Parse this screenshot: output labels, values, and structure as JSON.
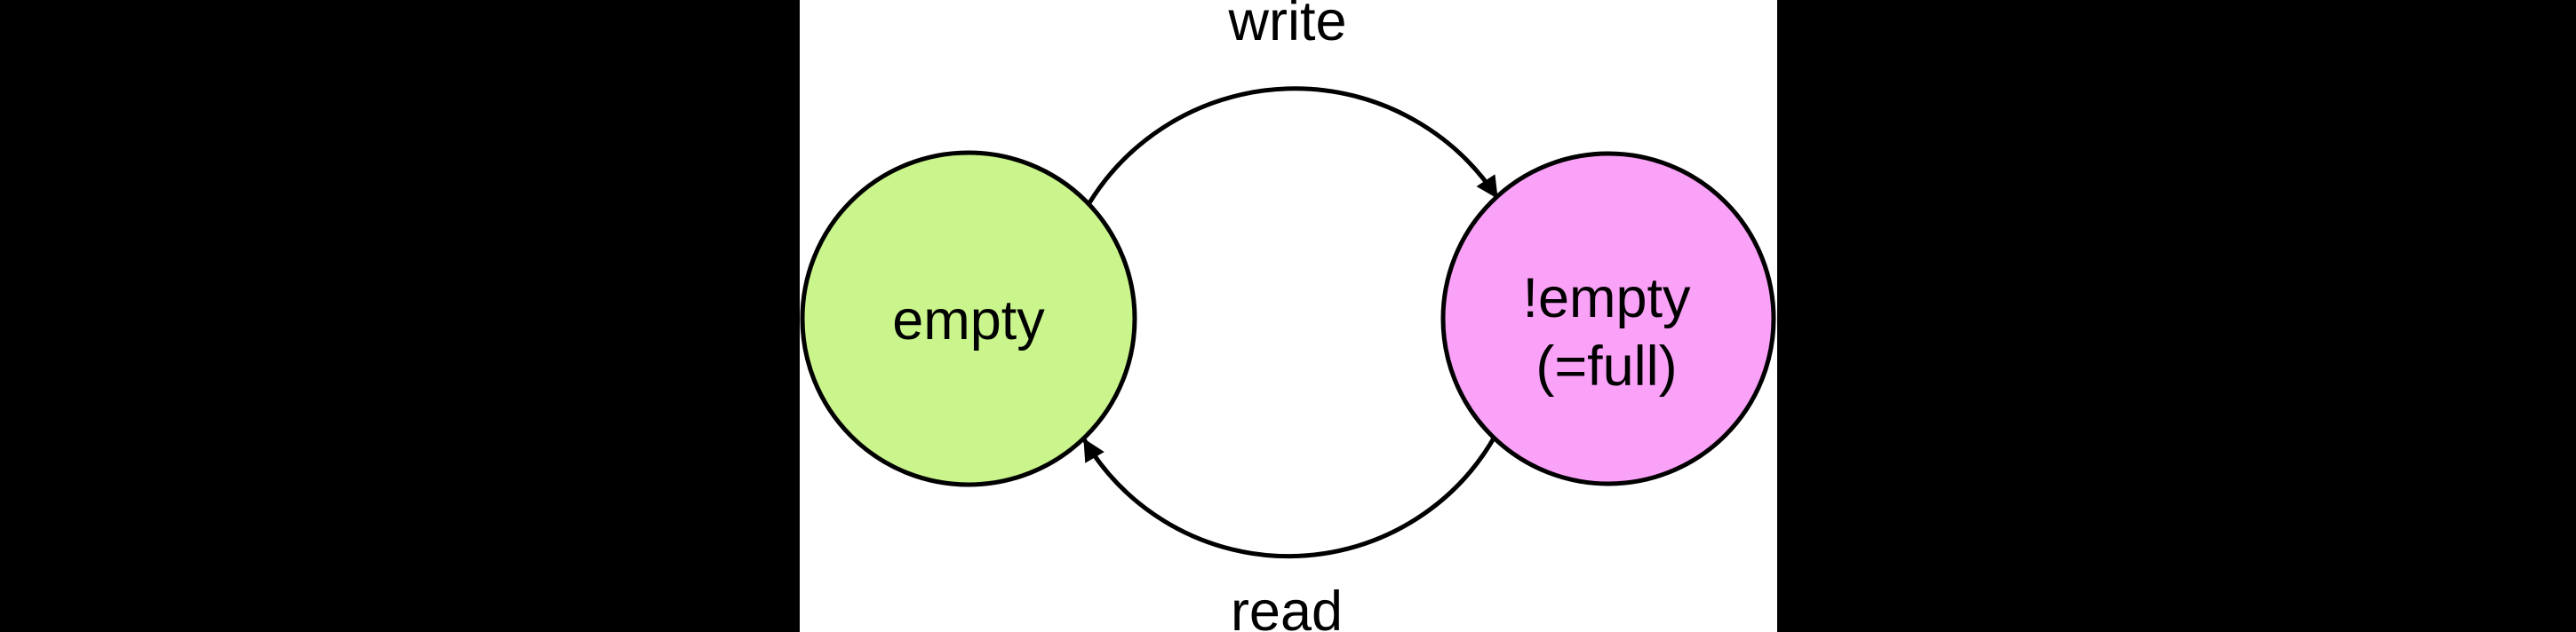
{
  "diagram": {
    "type": "state-diagram",
    "states": [
      {
        "id": "empty",
        "label": "empty",
        "fill": "#caf58c"
      },
      {
        "id": "not-empty",
        "label_line1": "!empty",
        "label_line2": "(=full)",
        "fill": "#faa2f7"
      }
    ],
    "transitions": [
      {
        "id": "write",
        "label": "write",
        "from": "empty",
        "to": "not-empty"
      },
      {
        "id": "read",
        "label": "read",
        "from": "not-empty",
        "to": "empty"
      }
    ]
  },
  "colors": {
    "background": "#000000",
    "panel": "#ffffff",
    "stroke": "#000000",
    "text": "#000000",
    "empty_state_fill": "#caf58c",
    "full_state_fill": "#faa2f7"
  }
}
